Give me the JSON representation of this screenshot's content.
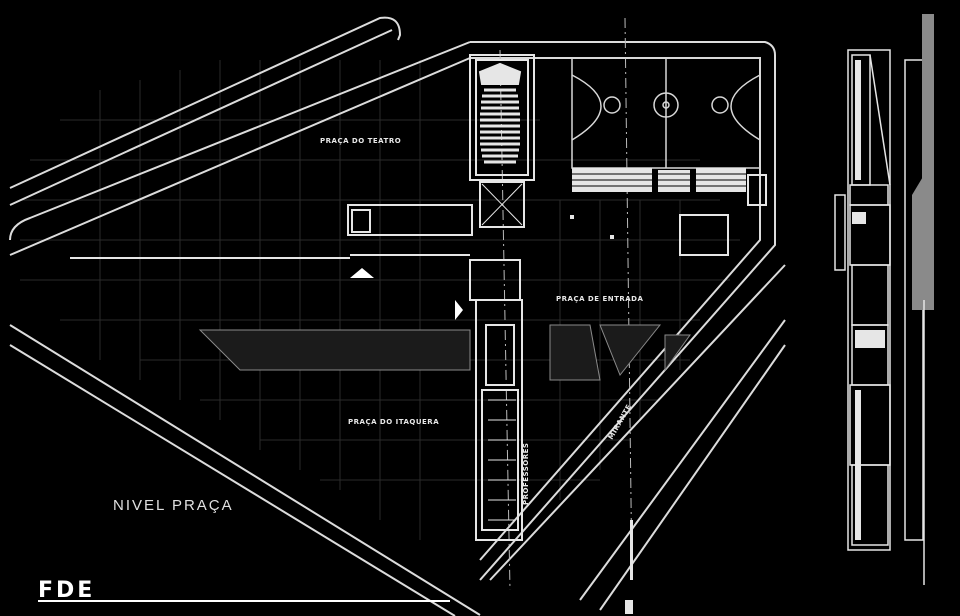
{
  "drawing": {
    "labels": {
      "praca_teatro": "PRAÇA DO TEATRO",
      "praca_entrada": "PRAÇA DE ENTRADA",
      "praca_itaquera": "PRAÇA DO ITAQUERA",
      "mirante": "MIRANTE",
      "professores": "PROFESSORES",
      "nivel": "NIVEL PRAÇA"
    },
    "logo": "FDE",
    "colors": {
      "background": "#000000",
      "lines": "#e6e6e6",
      "fill_grey": "#8a8a8a"
    }
  }
}
